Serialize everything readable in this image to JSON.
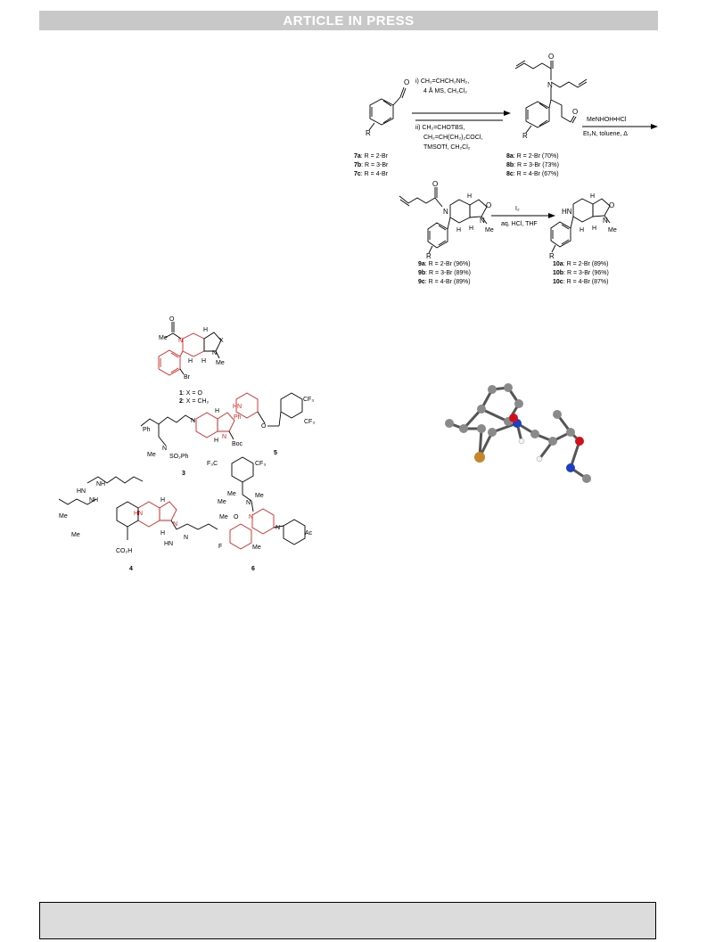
{
  "header": {
    "banner": "ARTICLE IN PRESS"
  },
  "scheme": {
    "step1": {
      "cond_i_1": "i) CH₂=CHCH₂NH₂,",
      "cond_i_2": "4 Å MS, CH₂Cl₂",
      "cond_ii_1": "ii) CH₂=CHOTBS,",
      "cond_ii_2": "CH₂=CH(CH₂)₂COCl,",
      "cond_ii_3": "TMSOTf, CH₂Cl₂"
    },
    "step2": {
      "cond_1": "MeNHOH•HCl",
      "cond_2": "Et₃N, toluene, Δ"
    },
    "step3": {
      "cond_1": "I₂",
      "cond_2": "aq. HCl, THF"
    },
    "compounds_7": [
      {
        "id": "7a",
        "desc": ": R = 2-Br"
      },
      {
        "id": "7b",
        "desc": ": R = 3-Br"
      },
      {
        "id": "7c",
        "desc": ": R = 4-Br"
      }
    ],
    "compounds_8": [
      {
        "id": "8a",
        "desc": ": R = 2-Br (70%)"
      },
      {
        "id": "8b",
        "desc": ": R = 3-Br (73%)"
      },
      {
        "id": "8c",
        "desc": ": R = 4-Br (67%)"
      }
    ],
    "compounds_9": [
      {
        "id": "9a",
        "desc": ": R = 2-Br (96%)"
      },
      {
        "id": "9b",
        "desc": ": R = 3-Br (89%)"
      },
      {
        "id": "9c",
        "desc": ": R = 4-Br (89%)"
      }
    ],
    "compounds_10": [
      {
        "id": "10a",
        "desc": ": R = 2-Br (89%)"
      },
      {
        "id": "10b",
        "desc": ": R = 3-Br (96%)"
      },
      {
        "id": "10c",
        "desc": ": R = 4-Br (87%)"
      }
    ],
    "atoms": {
      "R": "R",
      "O": "O",
      "N": "N",
      "H": "H",
      "Me": "Me",
      "HN": "HN"
    }
  },
  "figure": {
    "c1_label": "1",
    "c1_desc": ": X = O",
    "c2_label": "2",
    "c2_desc": ": X = CH₂",
    "c3_label": "3",
    "c4_label": "4",
    "c5_label": "5",
    "c6_label": "6",
    "atoms": {
      "Me": "Me",
      "O": "O",
      "N": "N",
      "H": "H",
      "Br": "Br",
      "X": "X",
      "Ph": "Ph",
      "Boc": "Boc",
      "SO2Ph": "SO₂Ph",
      "CF3": "CF₃",
      "F3C": "F₃C",
      "HN": "HN",
      "NH": "NH",
      "CO2H": "CO₂H",
      "F": "F",
      "Ac": "Ac"
    }
  },
  "colors": {
    "highlight": "#e0201c",
    "carbon": "#8a8a8a",
    "oxygen": "#d0101a",
    "nitrogen": "#1a3fc0",
    "bromine": "#c8862a"
  }
}
